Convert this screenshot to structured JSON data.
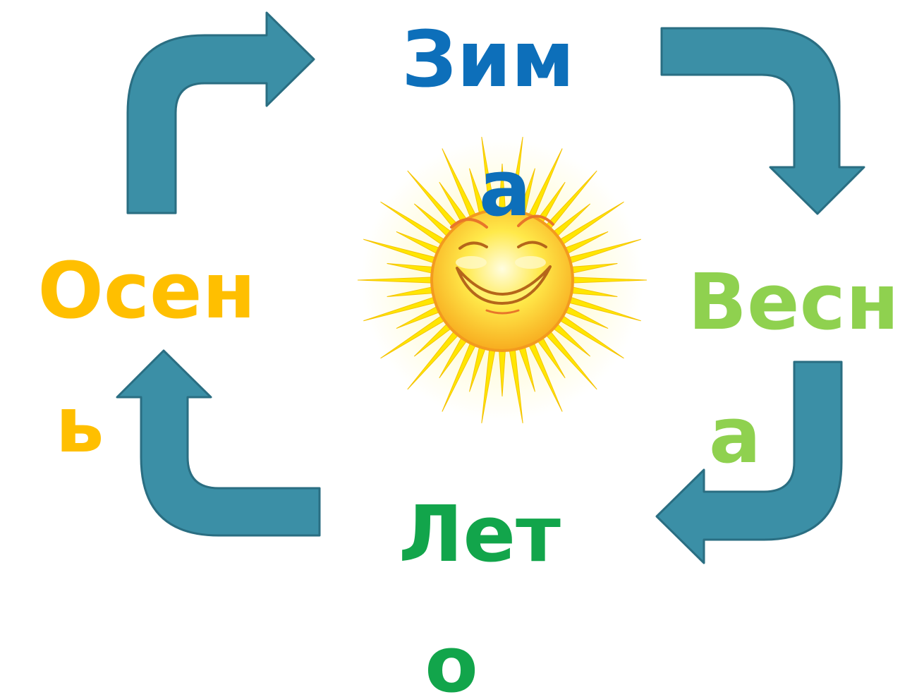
{
  "diagram": {
    "seasons": {
      "winter": {
        "line1": "Зим",
        "line2": "а",
        "color": "#0D6FBA"
      },
      "spring": {
        "line1": "Весн",
        "line2": "а",
        "color": "#8FD14F"
      },
      "summer": {
        "line1": "Лет",
        "line2": "о",
        "color": "#12A54B"
      },
      "autumn": {
        "line1": "Осен",
        "line2": "ь",
        "color": "#FFBF00"
      }
    },
    "arrow_color": "#3B8FA6",
    "arrow_outline": "#2A6E82",
    "center_icon": "smiling-sun-icon"
  }
}
